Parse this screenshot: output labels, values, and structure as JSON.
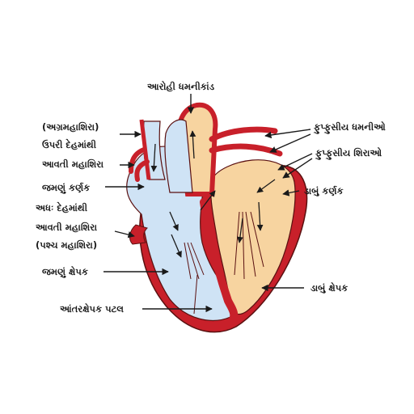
{
  "colors": {
    "artery": "#c8202a",
    "artery_dark": "#8e141b",
    "left_chamber": "#f7d4a0",
    "right_chamber": "#cfe3f5",
    "outline": "#5a1010",
    "arrow": "#1a1a1a"
  },
  "labels": {
    "aorta": "આરોહી ધમનીકાંડ",
    "svc_line1": "(અગ્રમહાશિરા)",
    "svc_line2": "ઉપરી દેહમાંથી",
    "svc_line3": "આવતી મહાશિરા",
    "right_atrium": "જમણું કર્ણક",
    "ivc_line1": "અધઃ દેહમાંથી",
    "ivc_line2": "આવતી મહાશિરા",
    "ivc_line3": "(પશ્ચ મહાશિરા)",
    "right_ventricle": "જમણું ક્ષેપક",
    "septum": "આંતરક્ષેપક પટલ",
    "pulmonary_arteries": "ફુપ્ફુસીય ધમનીઓ",
    "pulmonary_veins": "ફુપ્ફુસીય શિરાઓ",
    "left_atrium": "ડાબું કર્ણક",
    "left_ventricle": "ડાબું ક્ષેપક"
  }
}
